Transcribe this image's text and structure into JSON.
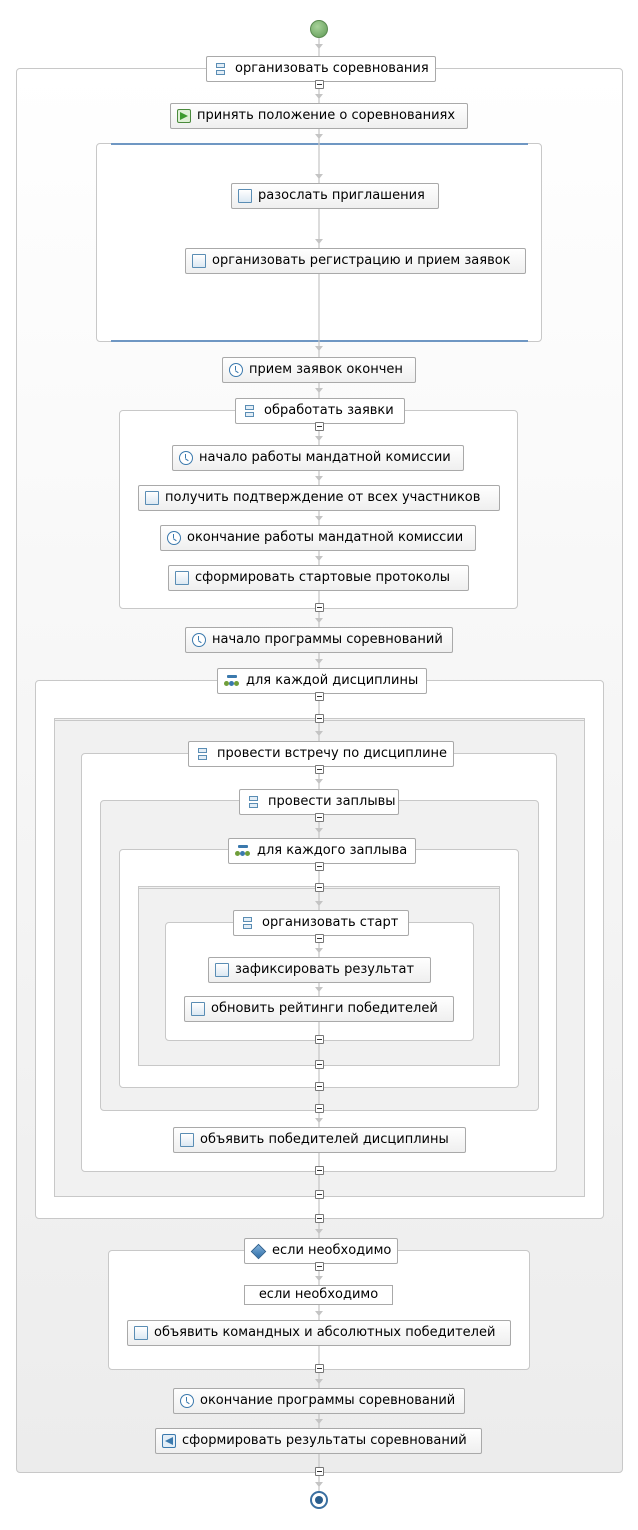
{
  "diagram": {
    "root_scope": "организовать соревнования",
    "receive_task": "принять положение о соревнованиях",
    "parallel_tasks": [
      "разослать приглашения",
      "организовать регистрацию и прием заявок"
    ],
    "event_applications_closed": "прием заявок окончен",
    "scope_process_applications": "обработать заявки",
    "process_items": {
      "start_commission": "начало работы мандатной комиссии",
      "get_confirmation": "получить подтверждение от всех участников",
      "end_commission": "окончание работы мандатной комиссии",
      "form_protocols": "сформировать стартовые протоколы"
    },
    "event_program_start": "начало программы соревнований",
    "foreach_discipline": "для каждой дисциплины",
    "scope_meet": "провести встречу по дисциплине",
    "scope_heats": "провести заплывы",
    "foreach_heat": "для каждого заплыва",
    "scope_start": "организовать старт",
    "start_tasks": {
      "fix_result": "зафиксировать результат",
      "update_ratings": "обновить рейтинги победителей"
    },
    "announce_discipline": "объявить победителей дисциплины",
    "if_scope": "если необходимо",
    "if_condition": "если необходимо",
    "announce_team": "объявить командных и абсолютных победителей",
    "event_program_end": "окончание программы соревнований",
    "send_results": "сформировать результаты соревнований"
  }
}
